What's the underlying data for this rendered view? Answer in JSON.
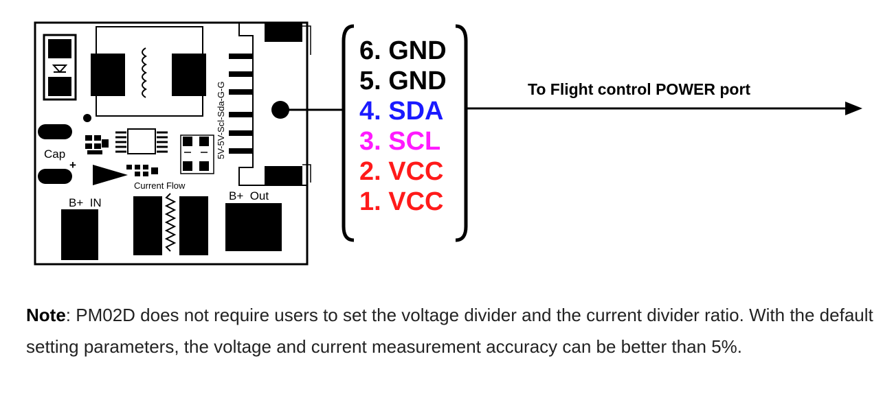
{
  "board": {
    "labels": {
      "cap": "Cap",
      "plus": "+",
      "current_flow": "Current Flow",
      "b_plus_in": "B+  IN",
      "b_plus_out": "B+  Out",
      "connector_pins": "5V-5V-Scl-Sda-G-G"
    }
  },
  "pins": [
    {
      "label": "6. GND",
      "color": "#000000"
    },
    {
      "label": "5. GND",
      "color": "#000000"
    },
    {
      "label": "4. SDA",
      "color": "#1a1aff"
    },
    {
      "label": "3. SCL",
      "color": "#ff1aff"
    },
    {
      "label": "2. VCC",
      "color": "#ff1a1a"
    },
    {
      "label": "1. VCC",
      "color": "#ff1a1a"
    }
  ],
  "arrow_label": "To Flight control POWER port",
  "note": {
    "bold": "Note",
    "text": ": PM02D does not require users to set the voltage divider and the current divider ratio. With the default setting parameters, the voltage and current measurement accuracy can be better than 5%."
  }
}
